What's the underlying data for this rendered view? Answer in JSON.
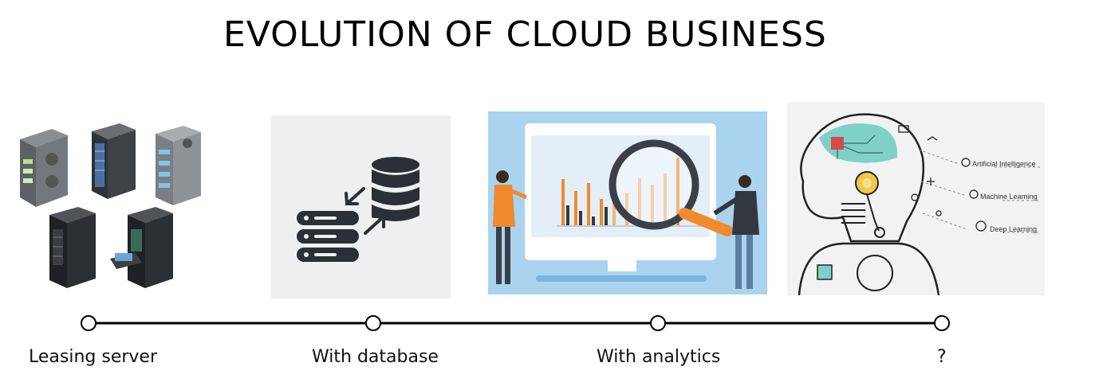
{
  "title": "EVOLUTION OF CLOUD BUSINESS",
  "stages": [
    {
      "label": "Leasing server",
      "icon": "server-racks-icon"
    },
    {
      "label": "With database",
      "icon": "database-icon"
    },
    {
      "label": "With analytics",
      "icon": "analytics-icon"
    },
    {
      "label": "?",
      "icon": "ai-head-icon"
    }
  ],
  "ai_panel": {
    "items": [
      "Artificial Intelligence",
      "Machine Learning",
      "Deep Learning"
    ]
  },
  "colors": {
    "line": "#000000",
    "node_fill": "#ffffff",
    "analytics_bg": "#a9d3ef",
    "accent_orange": "#f08a2c",
    "dark": "#333840"
  }
}
